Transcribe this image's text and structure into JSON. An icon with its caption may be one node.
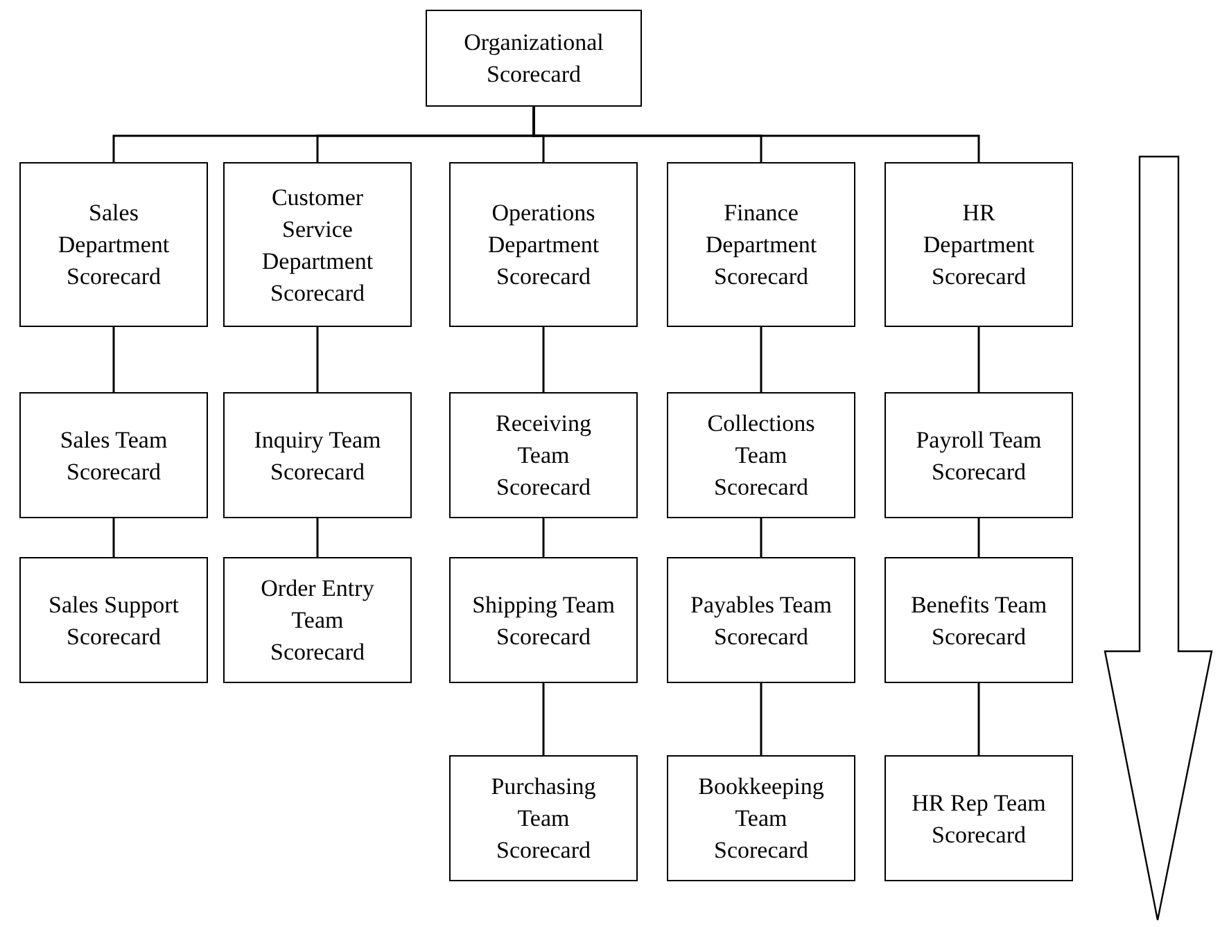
{
  "diagram": {
    "nodes": [
      {
        "text": [
          "Organizational Scorecard"
        ]
      },
      {
        "text": [
          "Sales Department Scorecard"
        ]
      },
      {
        "text": [
          "Customer Service Department Scorecard"
        ]
      },
      {
        "text": [
          "Operations Department Scorecard"
        ]
      },
      {
        "text": [
          "Finance Department Scorecard"
        ]
      },
      {
        "text": [
          "HR Department Scorecard"
        ]
      },
      {
        "text": [
          "Sales Team Scorecard"
        ]
      },
      {
        "text": [
          "Inquiry Team Scorecard"
        ]
      },
      {
        "text": [
          "Receiving Team Scorecard"
        ]
      },
      {
        "text": [
          "Collections Team Scorecard"
        ]
      },
      {
        "text": [
          "Payroll Team Scorecard"
        ]
      },
      {
        "text": [
          "Sales Support Scorecard"
        ]
      },
      {
        "text": [
          "Order Entry Team Scorecard"
        ]
      },
      {
        "text": [
          "Shipping Team Scorecard"
        ]
      },
      {
        "text": [
          "Payables Team Scorecard"
        ]
      },
      {
        "text": [
          "Benefits Team Scorecard"
        ]
      },
      {
        "text": [
          "Purchasing Team Scorecard"
        ]
      },
      {
        "text": [
          "Bookkeeping Team Scorecard"
        ]
      },
      {
        "text": [
          "HR Rep Team Scorecard"
        ]
      }
    ],
    "edges": [
      {
        "from": 0,
        "to": 1,
        "arrow": "none"
      },
      {
        "from": 0,
        "to": 2,
        "arrow": "none"
      },
      {
        "from": 0,
        "to": 3,
        "arrow": "none"
      },
      {
        "from": 0,
        "to": 4,
        "arrow": "none"
      },
      {
        "from": 0,
        "to": 5,
        "arrow": "none"
      },
      {
        "from": 1,
        "to": 6,
        "arrow": "none"
      },
      {
        "from": 2,
        "to": 7,
        "arrow": "none"
      },
      {
        "from": 3,
        "to": 8,
        "arrow": "none"
      },
      {
        "from": 4,
        "to": 9,
        "arrow": "none"
      },
      {
        "from": 5,
        "to": 10,
        "arrow": "none"
      },
      {
        "from": 6,
        "to": 11,
        "arrow": "none"
      },
      {
        "from": 7,
        "to": 12,
        "arrow": "none"
      },
      {
        "from": 8,
        "to": 13,
        "arrow": "none"
      },
      {
        "from": 9,
        "to": 14,
        "arrow": "none"
      },
      {
        "from": 10,
        "to": 15,
        "arrow": "none"
      },
      {
        "from": 13,
        "to": 16,
        "arrow": "none"
      },
      {
        "from": 14,
        "to": 17,
        "arrow": "none"
      },
      {
        "from": 15,
        "to": 18,
        "arrow": "none"
      }
    ]
  }
}
